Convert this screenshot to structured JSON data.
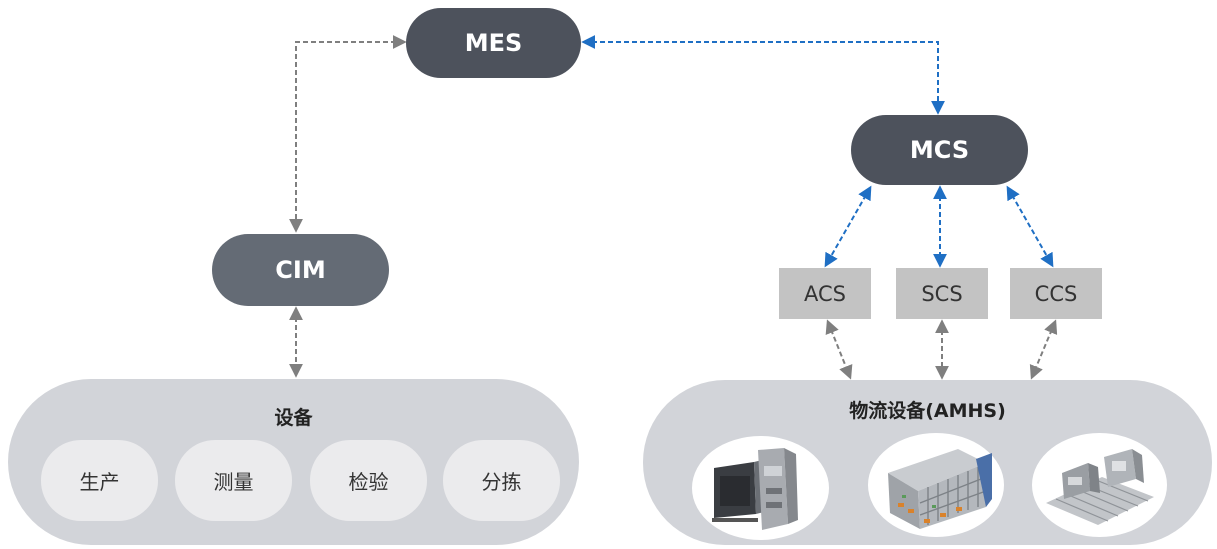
{
  "nodes": {
    "mes": "MES",
    "mcs": "MCS",
    "cim": "CIM"
  },
  "controllers": [
    "ACS",
    "SCS",
    "CCS"
  ],
  "equipment_group": {
    "title": "设备",
    "items": [
      "生产",
      "测量",
      "检验",
      "分拣"
    ]
  },
  "amhs_group": {
    "title": "物流设备(AMHS)",
    "photos": [
      "equipment-photo-icon",
      "stocker-photo-icon",
      "conveyor-photo-icon"
    ]
  },
  "colors": {
    "node_dark": "#4d525c",
    "node_cim": "#646b75",
    "controller": "#c3c3c3",
    "group": "#d2d4d9",
    "pill": "#ebebed",
    "link_gray": "#7f7f7f",
    "link_blue": "#1f6fc4"
  }
}
